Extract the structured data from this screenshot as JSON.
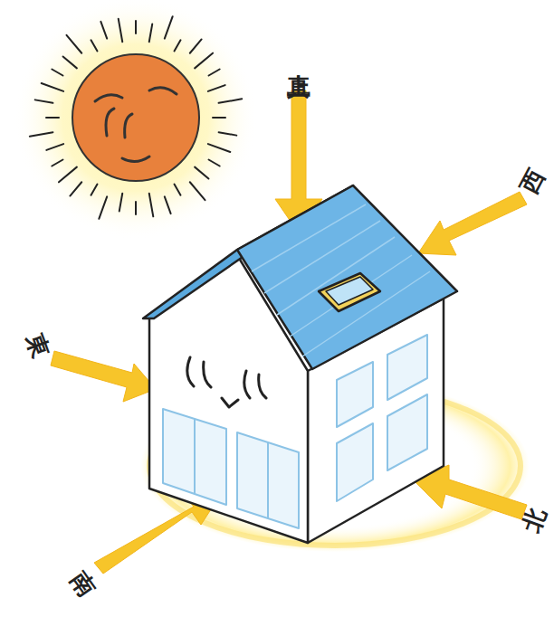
{
  "diagram": {
    "labels": [
      "真上",
      "西",
      "東",
      "南",
      "北"
    ]
  }
}
